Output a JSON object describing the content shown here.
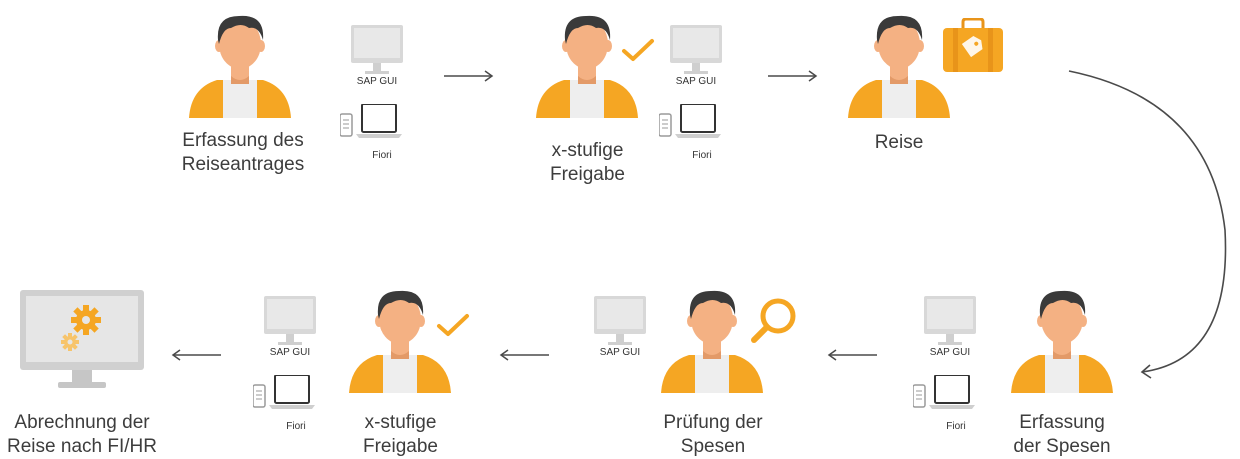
{
  "labels": {
    "step1": [
      "Erfassung des",
      "Reiseantrages"
    ],
    "step2": [
      "x-stufige",
      "Freigabe"
    ],
    "step3": [
      "Reise"
    ],
    "step4": [
      "Erfassung",
      "der Spesen"
    ],
    "step5": [
      "Prüfung der",
      "Spesen"
    ],
    "step6": [
      "x-stufige",
      "Freigabe"
    ],
    "step7": [
      "Abrechnung der",
      "Reise nach FI/HR"
    ]
  },
  "devices": {
    "sap_gui": "SAP GUI",
    "fiori": "Fiori"
  },
  "colors": {
    "accent": "#f5a623",
    "accent_dark": "#e8941a",
    "skin": "#f4b183",
    "hair": "#3a3a3a",
    "shirt": "#eeeeee",
    "device_gray": "#cfcfcf",
    "arrow": "#4a4a4a"
  }
}
